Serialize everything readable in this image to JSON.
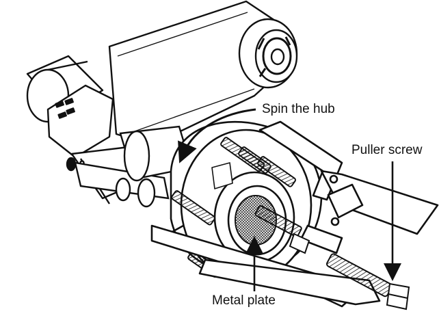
{
  "callouts": {
    "spin_hub": "Spin the hub",
    "puller_screw": "Puller screw",
    "metal_plate": "Metal plate"
  },
  "colors": {
    "ink": "#111111",
    "background": "#ffffff",
    "mesh": "#555555"
  }
}
